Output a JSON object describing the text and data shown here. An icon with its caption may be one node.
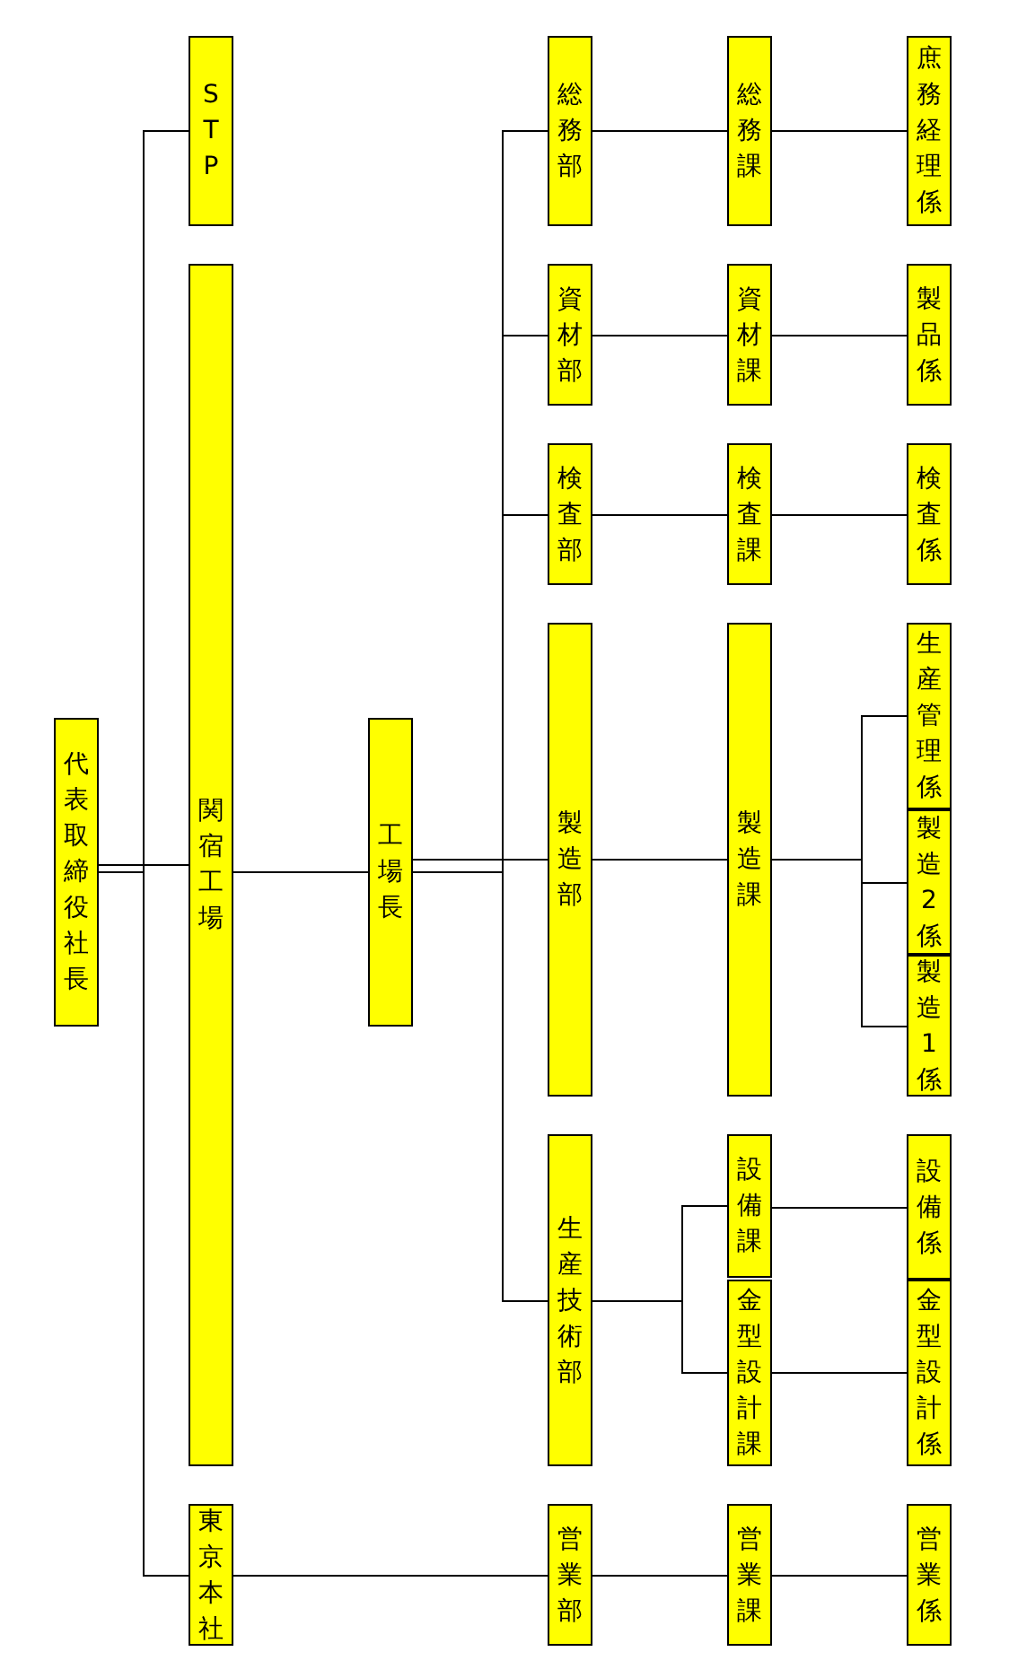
{
  "diagram": {
    "nodes": [
      {
        "text": [
          "代表取締役社長"
        ]
      },
      {
        "text": [
          "STP"
        ]
      },
      {
        "text": [
          "関宿工場"
        ]
      },
      {
        "text": [
          "東京本社"
        ]
      },
      {
        "text": [
          "工場長"
        ]
      },
      {
        "text": [
          "総務部"
        ]
      },
      {
        "text": [
          "資材部"
        ]
      },
      {
        "text": [
          "検査部"
        ]
      },
      {
        "text": [
          "製造部"
        ]
      },
      {
        "text": [
          "生産技術部"
        ]
      },
      {
        "text": [
          "営業部"
        ]
      },
      {
        "text": [
          "総務課"
        ]
      },
      {
        "text": [
          "資材課"
        ]
      },
      {
        "text": [
          "検査課"
        ]
      },
      {
        "text": [
          "製造課"
        ]
      },
      {
        "text": [
          "設備課"
        ]
      },
      {
        "text": [
          "金型設計課"
        ]
      },
      {
        "text": [
          "営業課"
        ]
      },
      {
        "text": [
          "庶務経理係"
        ]
      },
      {
        "text": [
          "製品係"
        ]
      },
      {
        "text": [
          "検査係"
        ]
      },
      {
        "text": [
          "生産管理係"
        ]
      },
      {
        "text": [
          "製造2係"
        ]
      },
      {
        "text": [
          "製造1係"
        ]
      },
      {
        "text": [
          "設備係"
        ]
      },
      {
        "text": [
          "金型設計係"
        ]
      },
      {
        "text": [
          "営業係"
        ]
      }
    ],
    "edges": [
      {
        "from": 0,
        "to": 1,
        "arrow": "none"
      },
      {
        "from": 0,
        "to": 2,
        "arrow": "none"
      },
      {
        "from": 0,
        "to": 3,
        "arrow": "none"
      },
      {
        "from": 2,
        "to": 4,
        "arrow": "none"
      },
      {
        "from": 4,
        "to": 5,
        "arrow": "none"
      },
      {
        "from": 4,
        "to": 6,
        "arrow": "none"
      },
      {
        "from": 4,
        "to": 7,
        "arrow": "none"
      },
      {
        "from": 4,
        "to": 8,
        "arrow": "none"
      },
      {
        "from": 4,
        "to": 9,
        "arrow": "none"
      },
      {
        "from": 3,
        "to": 10,
        "arrow": "none"
      },
      {
        "from": 5,
        "to": 11,
        "arrow": "none"
      },
      {
        "from": 6,
        "to": 12,
        "arrow": "none"
      },
      {
        "from": 7,
        "to": 13,
        "arrow": "none"
      },
      {
        "from": 8,
        "to": 14,
        "arrow": "none"
      },
      {
        "from": 9,
        "to": 15,
        "arrow": "none"
      },
      {
        "from": 9,
        "to": 16,
        "arrow": "none"
      },
      {
        "from": 10,
        "to": 17,
        "arrow": "none"
      },
      {
        "from": 11,
        "to": 18,
        "arrow": "none"
      },
      {
        "from": 12,
        "to": 19,
        "arrow": "none"
      },
      {
        "from": 13,
        "to": 20,
        "arrow": "none"
      },
      {
        "from": 14,
        "to": 21,
        "arrow": "none"
      },
      {
        "from": 14,
        "to": 22,
        "arrow": "none"
      },
      {
        "from": 14,
        "to": 23,
        "arrow": "none"
      },
      {
        "from": 15,
        "to": 24,
        "arrow": "none"
      },
      {
        "from": 16,
        "to": 25,
        "arrow": "none"
      },
      {
        "from": 17,
        "to": 26,
        "arrow": "none"
      }
    ]
  }
}
